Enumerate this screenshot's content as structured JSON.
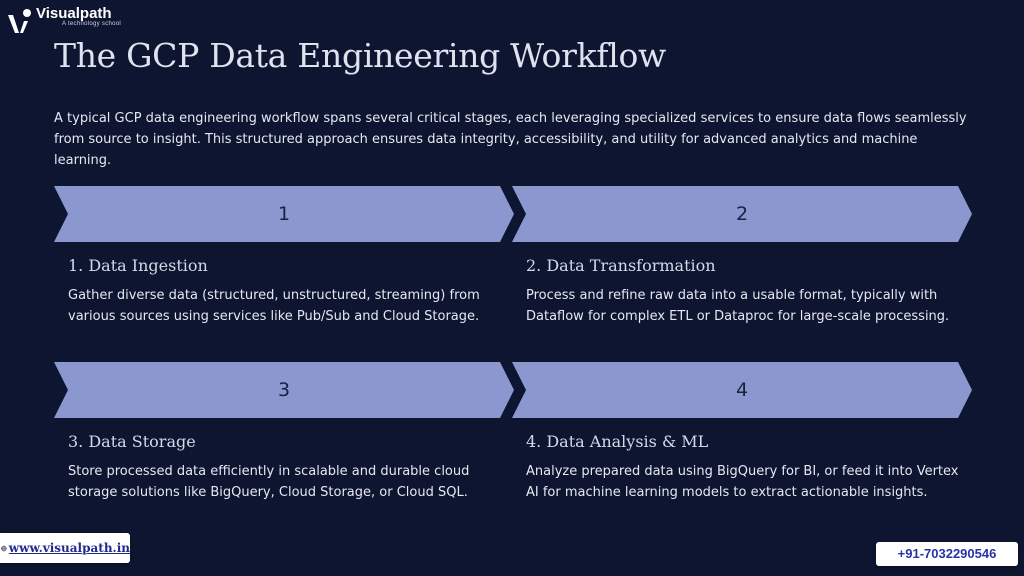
{
  "brand": {
    "name": "Visualpath",
    "tagline": "A technology school",
    "logo_icon": "visualpath-logo-icon"
  },
  "title": "The GCP Data Engineering Workflow",
  "intro": "A typical GCP data engineering workflow spans several critical stages, each leveraging specialized services to ensure data flows seamlessly from source to insight. This structured approach ensures data integrity, accessibility, and utility for advanced analytics and machine learning.",
  "steps": [
    {
      "number": "1",
      "title": "1. Data Ingestion",
      "description": "Gather diverse data (structured, unstructured, streaming) from various sources using services like Pub/Sub and Cloud Storage."
    },
    {
      "number": "2",
      "title": "2. Data Transformation",
      "description": "Process and refine raw data into a usable format, typically with Dataflow for complex ETL or Dataproc for large-scale processing."
    },
    {
      "number": "3",
      "title": "3. Data Storage",
      "description": "Store processed data efficiently in scalable and durable cloud storage solutions like BigQuery, Cloud Storage, or Cloud SQL."
    },
    {
      "number": "4",
      "title": "4. Data Analysis & ML",
      "description": "Analyze prepared data using BigQuery for BI, or feed it into Vertex AI for machine learning models to extract actionable insights."
    }
  ],
  "footer": {
    "website": "www.visualpath.in",
    "website_icon": "globe-icon",
    "phone": "+91-7032290546"
  },
  "colors": {
    "background": "#0e1530",
    "chevron": "#8b98d0",
    "accent_blue": "#2733a8"
  }
}
